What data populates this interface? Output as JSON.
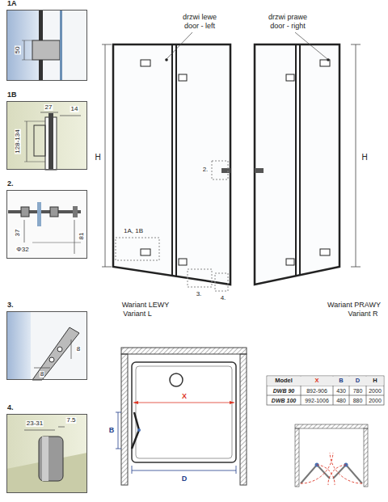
{
  "diagram": {
    "nodes": [
      {
        "text": [
          "1A"
        ]
      },
      {
        "text": [
          "1B"
        ]
      },
      {
        "text": [
          "2."
        ]
      },
      {
        "text": [
          "3."
        ]
      },
      {
        "text": [
          "4."
        ]
      }
    ],
    "labels": [
      "50",
      "27",
      "14",
      "128-134",
      "37",
      "81",
      "Φ32",
      "8",
      "8",
      "23-31",
      "7.5",
      "drzwi lewe",
      "door - left",
      "drzwi prawe",
      "door - right",
      "H",
      "H",
      "2.",
      "1A, 1B",
      "3.",
      "4.",
      "Wariant LEWY",
      "Variant L",
      "Wariant PRAWY",
      "Variant R",
      "X",
      "B",
      "D",
      "Model",
      "X",
      "B",
      "D",
      "H",
      "DWB 90",
      "892-906",
      "430",
      "780",
      "2000",
      "DWB 100",
      "992-1006",
      "480",
      "880",
      "2000"
    ]
  }
}
